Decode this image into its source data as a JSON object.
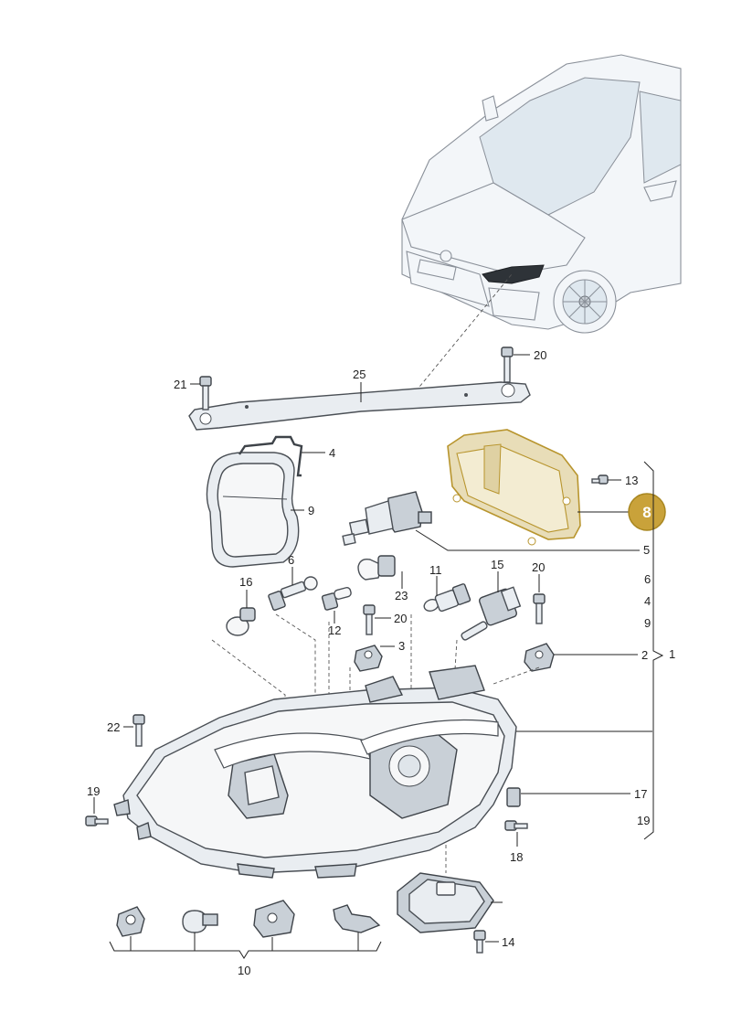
{
  "highlight": {
    "label": "8",
    "color": "#c9a23a",
    "outline_color": "#b8952e"
  },
  "callouts": {
    "c1": "1",
    "c2": "2",
    "c3": "3",
    "c4": "4",
    "c5": "5",
    "c6a": "6",
    "c6b": "6",
    "c4b": "4",
    "c9a": "9",
    "c9b": "9",
    "c10": "10",
    "c11": "11",
    "c12": "12",
    "c13": "13",
    "c14": "14",
    "c15": "15",
    "c16": "16",
    "c17": "17",
    "c18": "18",
    "c19a": "19",
    "c19b": "19",
    "c20a": "20",
    "c20b": "20",
    "c20c": "20",
    "c21": "21",
    "c22": "22",
    "c23": "23",
    "c25": "25"
  }
}
